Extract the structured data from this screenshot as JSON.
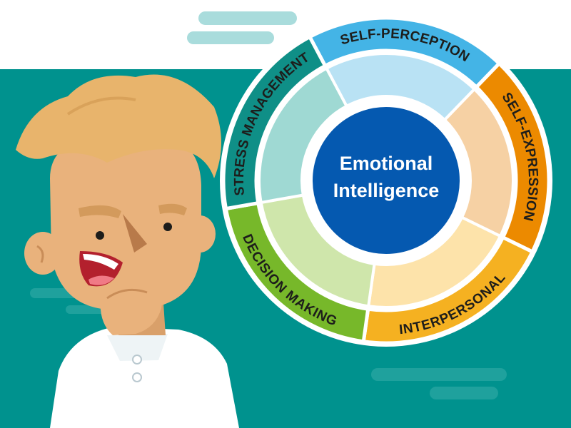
{
  "diagram": {
    "center": {
      "line1": "Emotional",
      "line2": "Intelligence"
    },
    "segments": [
      {
        "label": "SELF-PERCEPTION",
        "outer_color": "#44b4e6",
        "inner_color": "#b9e2f4"
      },
      {
        "label": "SELF-EXPRESSION",
        "outer_color": "#ec8a00",
        "inner_color": "#f6d1a4"
      },
      {
        "label": "INTERPERSONAL",
        "outer_color": "#f5b121",
        "inner_color": "#fde3aa"
      },
      {
        "label": "DECISION MAKING",
        "outer_color": "#77b82a",
        "inner_color": "#cfe6ab"
      },
      {
        "label": "STRESS MANAGEMENT",
        "outer_color": "#0f8f87",
        "inner_color": "#9fd9d3"
      }
    ],
    "center_color": "#0559b0",
    "ring_border_color": "#ffffff"
  },
  "scene": {
    "background_teal": "#00928e",
    "cloud_color": "#a9dcdc",
    "skin_color": "#e9b27c",
    "hair_color": "#e8b46c",
    "shirt_color": "#ffffff"
  }
}
